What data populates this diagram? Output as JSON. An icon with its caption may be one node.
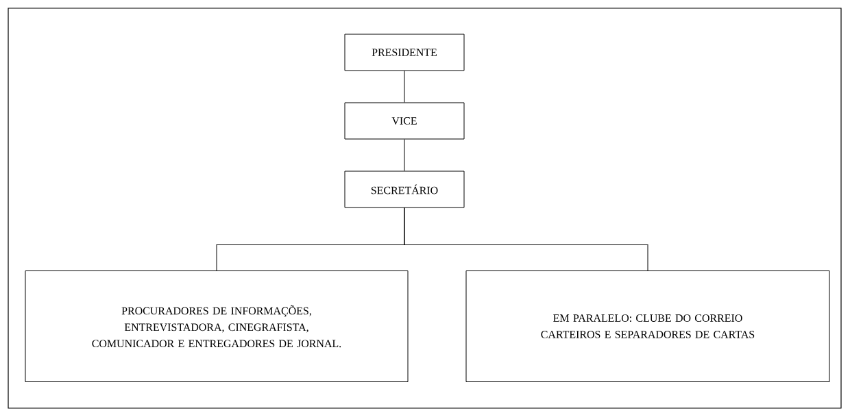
{
  "diagram": {
    "nodes": [
      {
        "text": [
          "PRESIDENTE"
        ]
      },
      {
        "text": [
          "VICE"
        ]
      },
      {
        "text": [
          "SECRETÁRIO"
        ]
      },
      {
        "text": [
          "PROCURADORES DE INFORMAÇÕES, ENTREVISTADORA, CINEGRAFISTA, COMUNICADOR E ENTREGADORES DE JORNAL."
        ]
      },
      {
        "text": [
          "EM PARALELO: CLUBE DO CORREIO CARTEIROS E SEPARADORES DE CARTAS"
        ]
      }
    ],
    "edges": [
      {
        "from": 0,
        "to": 1,
        "arrow": "none"
      },
      {
        "from": 1,
        "to": 2,
        "arrow": "none"
      },
      {
        "from": 2,
        "to": 3,
        "arrow": "none"
      },
      {
        "from": 2,
        "to": 4,
        "arrow": "none"
      }
    ]
  }
}
